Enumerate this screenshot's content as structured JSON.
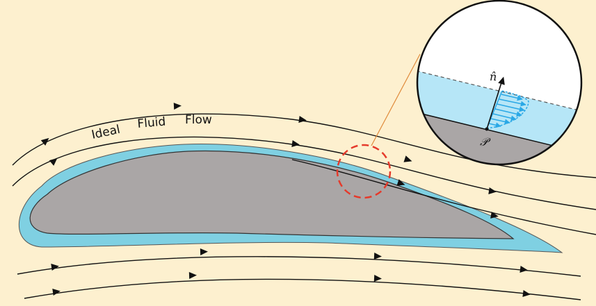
{
  "labels": {
    "word1": "Ideal",
    "word2": "Fluid",
    "word3": "Flow",
    "normal_symbol": "n̂",
    "point_symbol": "𝒫"
  },
  "colors": {
    "background": "#fdf0cf",
    "airfoil": "#aaa6a6",
    "boundary_layer": "#7fd0e2",
    "fluid_zoom": "#b6e6f7",
    "velocity_arrows": "#2aa8e6",
    "zoom_circle": "#e53a2b",
    "leader_line": "#e08a3a",
    "streamline": "#111111"
  },
  "icons": [
    "arrow-head-icon"
  ]
}
